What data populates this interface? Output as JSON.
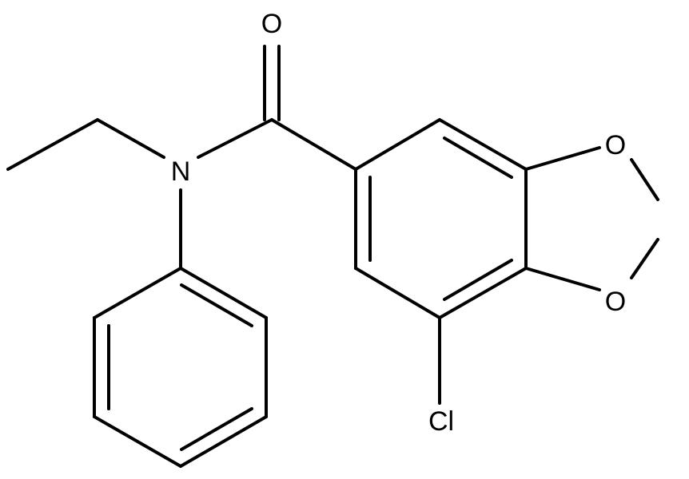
{
  "molecule": {
    "atoms": {
      "o_carbonyl": "O",
      "n_amide": "N",
      "o_dioxole_top": "O",
      "o_dioxole_bottom": "O",
      "cl": "Cl"
    },
    "colors": {
      "bond": "#000000",
      "label": "#000000",
      "background": "#ffffff"
    }
  }
}
